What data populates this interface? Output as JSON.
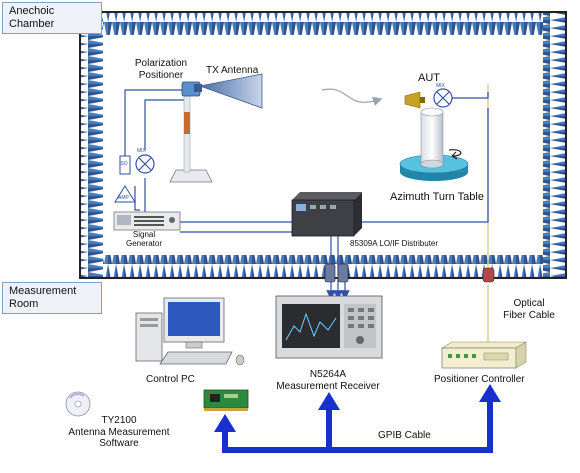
{
  "sections": {
    "anechoic_chamber": "Anechoic\nChamber",
    "measurement_room": "Measurement\nRoom"
  },
  "labels": {
    "polarization_positioner": "Polarization\nPositioner",
    "tx_antenna": "TX Antenna",
    "aut": "AUT",
    "azimuth_turn_table": "Azimuth Turn Table",
    "signal_generator": "Signal\nGenerator",
    "lo_if_distributer": "85309A LO/IF Distributer",
    "optical_fiber_cable": "Optical\nFiber Cable",
    "control_pc": "Control PC",
    "measurement_receiver": "N5264A\nMeasurement Receiver",
    "positioner_controller": "Positioner Controller",
    "software": "TY2100\nAntenna Measurement\nSoftware",
    "gpib_cable": "GPIB Cable",
    "mix_tx": "MIX",
    "mix_aut": "MIX",
    "amp": "AMP",
    "iso": "ISO"
  },
  "colors": {
    "absorber": "#4a78b8",
    "absorber_dark": "#2c5592",
    "signal_line": "#3050a8",
    "gpib": "#1a2fd0",
    "fiber": "#d8c890",
    "table": "#2f9fc0"
  }
}
